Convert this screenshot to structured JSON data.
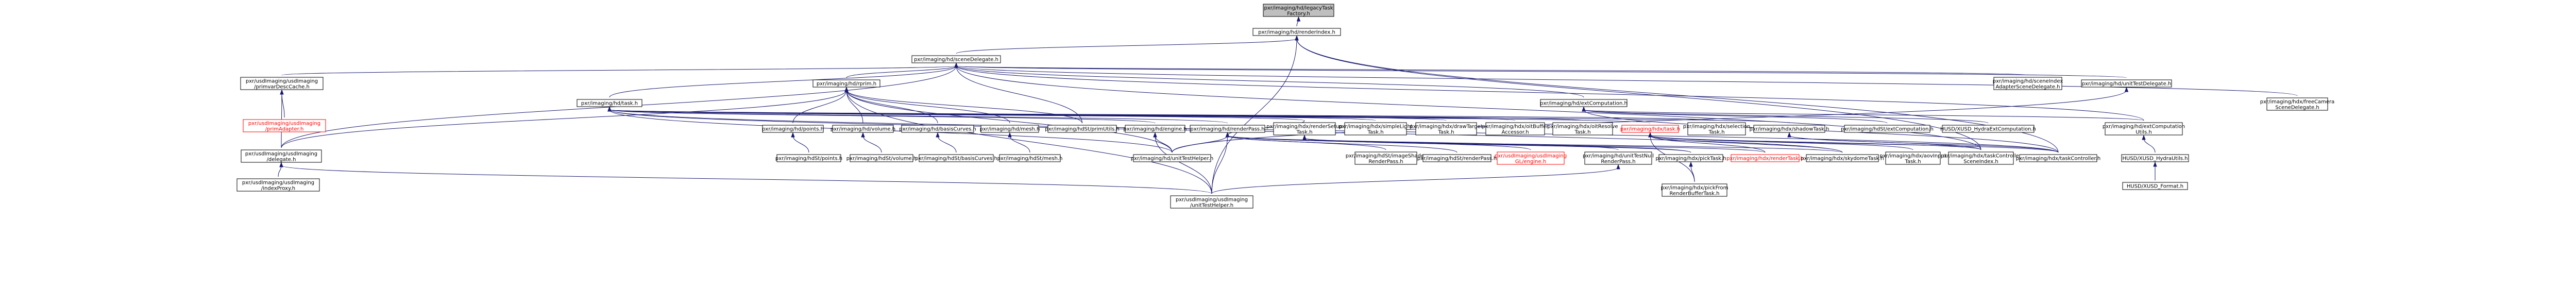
{
  "nodes": [
    {
      "id": "n0",
      "lines": [
        "pxr/imaging/hd/legacyTask",
        "Factory.h"
      ],
      "style": "root"
    },
    {
      "id": "n1",
      "lines": [
        "pxr/imaging/hd/renderIndex.h"
      ],
      "style": "normal"
    },
    {
      "id": "n2",
      "lines": [
        "pxr/imaging/hd/sceneDelegate.h"
      ],
      "style": "normal"
    },
    {
      "id": "n3",
      "lines": [
        "pxr/usdImaging/usdImaging",
        "/primvarDescCache.h"
      ],
      "style": "normal"
    },
    {
      "id": "n4",
      "lines": [
        "pxr/imaging/hd/rprim.h"
      ],
      "style": "normal"
    },
    {
      "id": "n5",
      "lines": [
        "pxr/imaging/hd/sceneIndex",
        "AdapterSceneDelegate.h"
      ],
      "style": "normal"
    },
    {
      "id": "n6",
      "lines": [
        "pxr/imaging/hd/unitTestDelegate.h"
      ],
      "style": "normal"
    },
    {
      "id": "n7",
      "lines": [
        "pxr/imaging/hd/task.h"
      ],
      "style": "normal"
    },
    {
      "id": "n8",
      "lines": [
        "pxr/imaging/hdx/freeCamera",
        "SceneDelegate.h"
      ],
      "style": "normal"
    },
    {
      "id": "n9",
      "lines": [
        "pxr/imaging/hd/extComputation.h"
      ],
      "style": "normal"
    },
    {
      "id": "n10",
      "lines": [
        "pxr/usdImaging/usdImaging",
        "/primAdapter.h"
      ],
      "style": "red"
    },
    {
      "id": "n11",
      "lines": [
        "pxr/usdImaging/usdImaging",
        "/delegate.h"
      ],
      "style": "normal"
    },
    {
      "id": "n12",
      "lines": [
        "pxr/imaging/hd/points.h"
      ],
      "style": "normal"
    },
    {
      "id": "n13",
      "lines": [
        "pxr/imaging/hd/volume.h"
      ],
      "style": "normal"
    },
    {
      "id": "n14",
      "lines": [
        "pxr/imaging/hd/basisCurves.h"
      ],
      "style": "normal"
    },
    {
      "id": "n15",
      "lines": [
        "pxr/imaging/hd/mesh.h"
      ],
      "style": "normal"
    },
    {
      "id": "n16",
      "lines": [
        "pxr/imaging/hdSt/primUtils.h"
      ],
      "style": "normal"
    },
    {
      "id": "n17",
      "lines": [
        "pxr/imaging/hd/engine.h"
      ],
      "style": "normal"
    },
    {
      "id": "n18",
      "lines": [
        "pxr/imaging/hd/renderPass.h"
      ],
      "style": "normal"
    },
    {
      "id": "n19",
      "lines": [
        "pxr/imaging/hdx/renderSetup",
        "Task.h"
      ],
      "style": "normal"
    },
    {
      "id": "n20",
      "lines": [
        "pxr/imaging/hdx/simpleLight",
        "Task.h"
      ],
      "style": "normal"
    },
    {
      "id": "n21",
      "lines": [
        "pxr/imaging/hdx/drawTarget",
        "Task.h"
      ],
      "style": "normal"
    },
    {
      "id": "n22",
      "lines": [
        "pxr/imaging/hdx/oitBuffer",
        "Accessor.h"
      ],
      "style": "normal"
    },
    {
      "id": "n23",
      "lines": [
        "pxr/imaging/hdx/oitResolve",
        "Task.h"
      ],
      "style": "normal"
    },
    {
      "id": "n24",
      "lines": [
        "pxr/imaging/hdx/task.h"
      ],
      "style": "red"
    },
    {
      "id": "n25",
      "lines": [
        "pxr/imaging/hdx/selection",
        "Task.h"
      ],
      "style": "normal"
    },
    {
      "id": "n26",
      "lines": [
        "pxr/imaging/hdx/shadowTask.h"
      ],
      "style": "normal"
    },
    {
      "id": "n27",
      "lines": [
        "pxr/imaging/hdSt/extComputation.h"
      ],
      "style": "normal"
    },
    {
      "id": "n28",
      "lines": [
        "HUSD/XUSD_HydraExtComputation.h"
      ],
      "style": "normal"
    },
    {
      "id": "n29",
      "lines": [
        "pxr/imaging/hd/extComputation",
        "Utils.h"
      ],
      "style": "normal"
    },
    {
      "id": "n30",
      "lines": [
        "pxr/usdImaging/usdImaging",
        "/indexProxy.h"
      ],
      "style": "normal"
    },
    {
      "id": "n31",
      "lines": [
        "pxr/imaging/hdSt/points.h"
      ],
      "style": "normal"
    },
    {
      "id": "n32",
      "lines": [
        "pxr/imaging/hdSt/volume.h"
      ],
      "style": "normal"
    },
    {
      "id": "n33",
      "lines": [
        "pxr/imaging/hdSt/basisCurves.h"
      ],
      "style": "normal"
    },
    {
      "id": "n34",
      "lines": [
        "pxr/imaging/hdSt/mesh.h"
      ],
      "style": "normal"
    },
    {
      "id": "n35",
      "lines": [
        "pxr/imaging/hd/unitTestHelper.h"
      ],
      "style": "normal"
    },
    {
      "id": "n36",
      "lines": [
        "pxr/imaging/hdSt/imageShader",
        "RenderPass.h"
      ],
      "style": "normal"
    },
    {
      "id": "n37",
      "lines": [
        "pxr/imaging/hdSt/renderPass.h"
      ],
      "style": "normal"
    },
    {
      "id": "n38",
      "lines": [
        "pxr/usdImaging/usdImaging",
        "GL/engine.h"
      ],
      "style": "red"
    },
    {
      "id": "n39",
      "lines": [
        "pxr/imaging/hd/unitTestNull",
        "RenderPass.h"
      ],
      "style": "normal"
    },
    {
      "id": "n40",
      "lines": [
        "pxr/imaging/hdx/pickTask.h"
      ],
      "style": "normal"
    },
    {
      "id": "n41",
      "lines": [
        "pxr/imaging/hdx/renderTask.h"
      ],
      "style": "red"
    },
    {
      "id": "n42",
      "lines": [
        "pxr/imaging/hdx/skydomeTask.h"
      ],
      "style": "normal"
    },
    {
      "id": "n43",
      "lines": [
        "pxr/imaging/hdx/aovInput",
        "Task.h"
      ],
      "style": "normal"
    },
    {
      "id": "n44",
      "lines": [
        "pxr/imaging/hdx/taskController",
        "SceneIndex.h"
      ],
      "style": "normal"
    },
    {
      "id": "n45",
      "lines": [
        "pxr/imaging/hdx/taskController.h"
      ],
      "style": "normal"
    },
    {
      "id": "n46",
      "lines": [
        "HUSD/XUSD_HydraUtils.h"
      ],
      "style": "normal"
    },
    {
      "id": "n47",
      "lines": [
        "pxr/usdImaging/usdImaging",
        "/unitTestHelper.h"
      ],
      "style": "normal"
    },
    {
      "id": "n48",
      "lines": [
        "pxr/imaging/hdx/pickFrom",
        "RenderBufferTask.h"
      ],
      "style": "normal"
    },
    {
      "id": "n49",
      "lines": [
        "HUSD/XUSD_Format.h"
      ],
      "style": "normal"
    }
  ],
  "edges": [
    [
      "n0",
      "n1"
    ],
    [
      "n1",
      "n2"
    ],
    [
      "n1",
      "n44"
    ],
    [
      "n1",
      "n45"
    ],
    [
      "n1",
      "n47"
    ],
    [
      "n2",
      "n3"
    ],
    [
      "n2",
      "n4"
    ],
    [
      "n2",
      "n5"
    ],
    [
      "n2",
      "n6"
    ],
    [
      "n2",
      "n7"
    ],
    [
      "n2",
      "n8"
    ],
    [
      "n2",
      "n9"
    ],
    [
      "n2",
      "n11"
    ],
    [
      "n2",
      "n16"
    ],
    [
      "n2",
      "n29"
    ],
    [
      "n2",
      "n44"
    ],
    [
      "n3",
      "n10"
    ],
    [
      "n3",
      "n11"
    ],
    [
      "n4",
      "n11"
    ],
    [
      "n4",
      "n12"
    ],
    [
      "n4",
      "n13"
    ],
    [
      "n4",
      "n14"
    ],
    [
      "n4",
      "n15"
    ],
    [
      "n4",
      "n16"
    ],
    [
      "n4",
      "n35"
    ],
    [
      "n4",
      "n47"
    ],
    [
      "n6",
      "n35"
    ],
    [
      "n7",
      "n17"
    ],
    [
      "n7",
      "n18"
    ],
    [
      "n7",
      "n19"
    ],
    [
      "n7",
      "n20"
    ],
    [
      "n7",
      "n21"
    ],
    [
      "n7",
      "n22"
    ],
    [
      "n7",
      "n23"
    ],
    [
      "n7",
      "n24"
    ],
    [
      "n7",
      "n25"
    ],
    [
      "n7",
      "n26"
    ],
    [
      "n7",
      "n35"
    ],
    [
      "n7",
      "n42"
    ],
    [
      "n7",
      "n45"
    ],
    [
      "n9",
      "n27"
    ],
    [
      "n9",
      "n28"
    ],
    [
      "n9",
      "n29"
    ],
    [
      "n9",
      "n45"
    ],
    [
      "n11",
      "n30"
    ],
    [
      "n11",
      "n47"
    ],
    [
      "n12",
      "n31"
    ],
    [
      "n13",
      "n32"
    ],
    [
      "n14",
      "n33"
    ],
    [
      "n15",
      "n34"
    ],
    [
      "n17",
      "n35"
    ],
    [
      "n17",
      "n47"
    ],
    [
      "n18",
      "n19"
    ],
    [
      "n18",
      "n35"
    ],
    [
      "n18",
      "n36"
    ],
    [
      "n18",
      "n37"
    ],
    [
      "n18",
      "n38"
    ],
    [
      "n18",
      "n39"
    ],
    [
      "n18",
      "n40"
    ],
    [
      "n18",
      "n47"
    ],
    [
      "n19",
      "n40"
    ],
    [
      "n19",
      "n41"
    ],
    [
      "n19",
      "n42"
    ],
    [
      "n24",
      "n41"
    ],
    [
      "n24",
      "n42"
    ],
    [
      "n24",
      "n43"
    ],
    [
      "n24",
      "n44"
    ],
    [
      "n24",
      "n45"
    ],
    [
      "n24",
      "n48"
    ],
    [
      "n26",
      "n44"
    ],
    [
      "n26",
      "n45"
    ],
    [
      "n29",
      "n46"
    ],
    [
      "n46",
      "n49"
    ],
    [
      "n39",
      "n47"
    ],
    [
      "n40",
      "n48"
    ]
  ]
}
